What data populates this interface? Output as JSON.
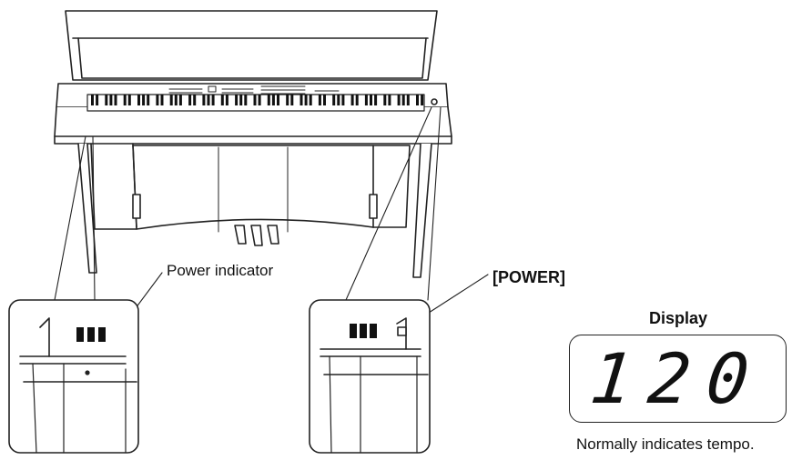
{
  "labels": {
    "power_indicator": "Power indicator",
    "power_button": "[POWER]",
    "display": "Display",
    "caption": "Normally indicates tempo."
  },
  "display": {
    "value": "120"
  },
  "colors": {
    "line": "#222222",
    "background": "#ffffff"
  }
}
